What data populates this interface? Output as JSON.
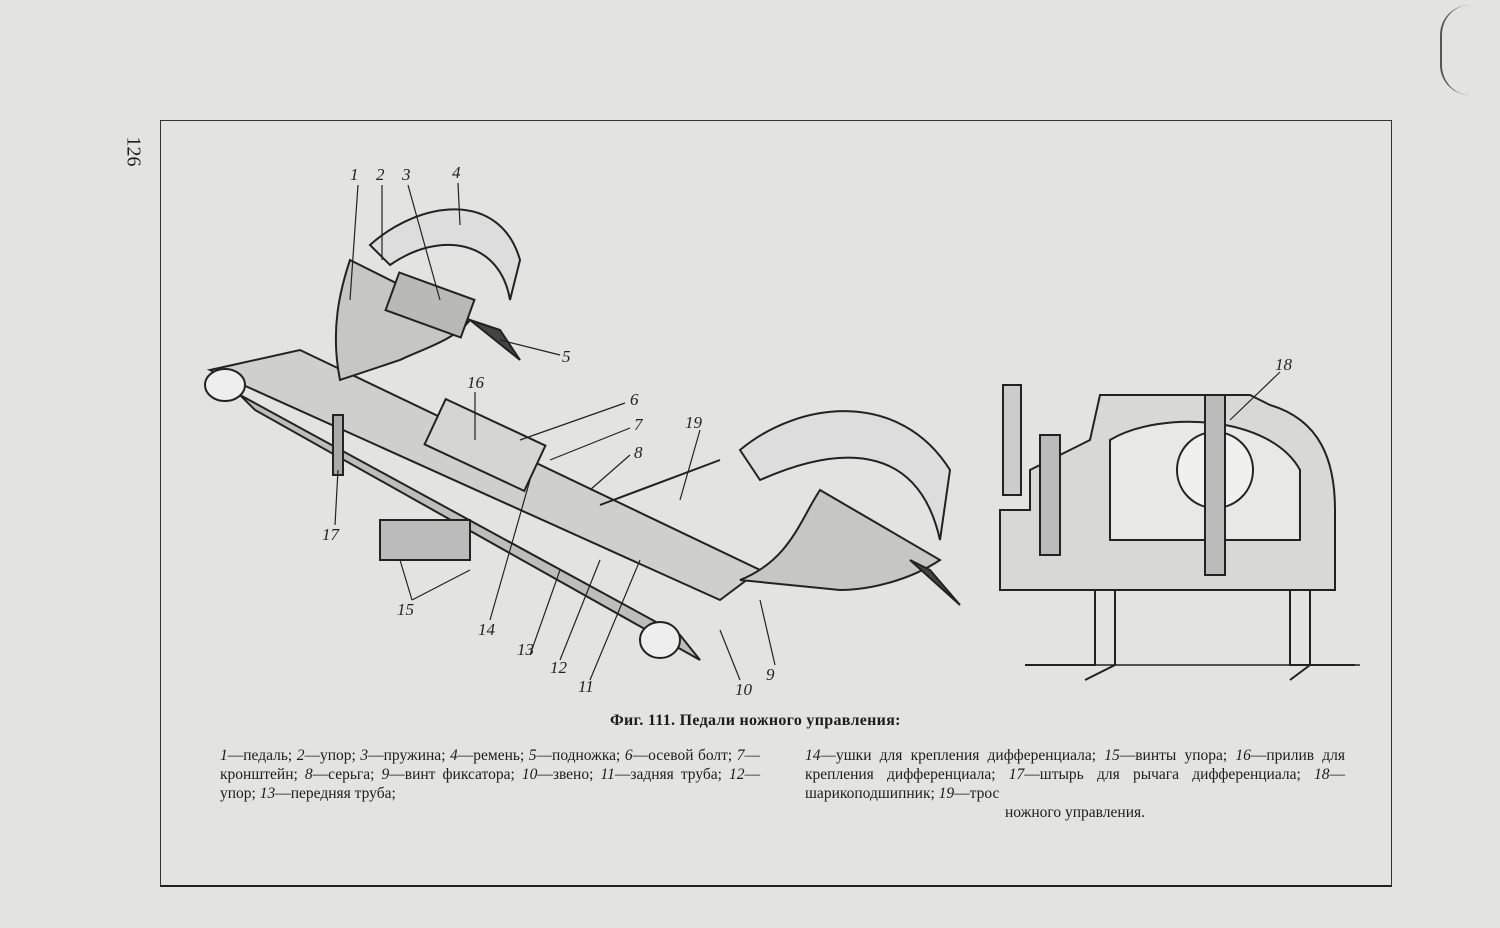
{
  "page_number": "126",
  "figure": {
    "title": "Фиг. 111. Педали ножного управления:",
    "callouts": [
      "1",
      "2",
      "3",
      "4",
      "5",
      "6",
      "7",
      "8",
      "9",
      "10",
      "11",
      "12",
      "13",
      "14",
      "15",
      "16",
      "17",
      "18",
      "19"
    ],
    "legend_left": [
      {
        "n": "1",
        "t": "—педаль; "
      },
      {
        "n": "2",
        "t": "—упор; "
      },
      {
        "n": "3",
        "t": "—пружина; "
      },
      {
        "n": "4",
        "t": "—ремень; "
      },
      {
        "n": "5",
        "t": "—подножка; "
      },
      {
        "n": "6",
        "t": "—осевой болт; "
      },
      {
        "n": "7",
        "t": "—кронштейн; "
      },
      {
        "n": "8",
        "t": "—серьга; "
      },
      {
        "n": "9",
        "t": "—винт фиксатора; "
      },
      {
        "n": "10",
        "t": "—звено; "
      },
      {
        "n": "11",
        "t": "—задняя труба; "
      },
      {
        "n": "12",
        "t": "—упор; "
      },
      {
        "n": "13",
        "t": "—передняя труба;"
      }
    ],
    "legend_right": [
      {
        "n": "14",
        "t": "—ушки для крепления дифференциала; "
      },
      {
        "n": "15",
        "t": "—винты упора; "
      },
      {
        "n": "16",
        "t": "—прилив для крепления дифференциала; "
      },
      {
        "n": "17",
        "t": "—штырь для рычага дифференциала; "
      },
      {
        "n": "18",
        "t": "—шарикоподшипник; "
      },
      {
        "n": "19",
        "t": "—трос"
      }
    ],
    "legend_right_last": "ножного управления."
  }
}
